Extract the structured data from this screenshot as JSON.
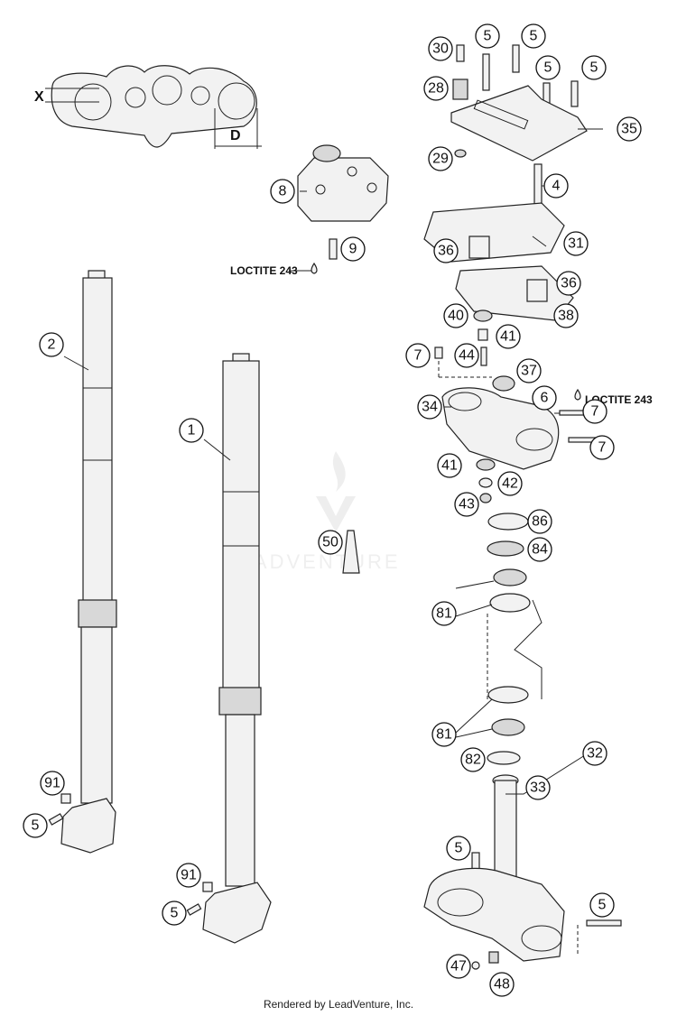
{
  "dimension_labels": {
    "x": "X",
    "d": "D"
  },
  "notes": {
    "loctite_left": "LOCTITE 243",
    "loctite_right": "LOCTITE 243"
  },
  "watermark": "LEADVENTURE",
  "footer": "Rendered by LeadVenture, Inc.",
  "callouts": {
    "c30": "30",
    "c5a": "5",
    "c5b": "5",
    "c28": "28",
    "c5c": "5",
    "c5d": "5",
    "c35": "35",
    "c29": "29",
    "c4": "4",
    "c8": "8",
    "c36a": "36",
    "c31": "31",
    "c9": "9",
    "c36b": "36",
    "c40": "40",
    "c38": "38",
    "c41a": "41",
    "c2": "2",
    "c7a": "7",
    "c44": "44",
    "c37": "37",
    "c6": "6",
    "c7b": "7",
    "c34": "34",
    "c1": "1",
    "c7c": "7",
    "c41b": "41",
    "c42": "42",
    "c43": "43",
    "c86": "86",
    "c50": "50",
    "c84": "84",
    "c81a": "81",
    "c81b": "81",
    "c82": "82",
    "c32": "32",
    "c33": "33",
    "c91a": "91",
    "c5e": "5",
    "c5f": "5",
    "c91b": "91",
    "c5g": "5",
    "c5h": "5",
    "c47": "47",
    "c48": "48"
  }
}
